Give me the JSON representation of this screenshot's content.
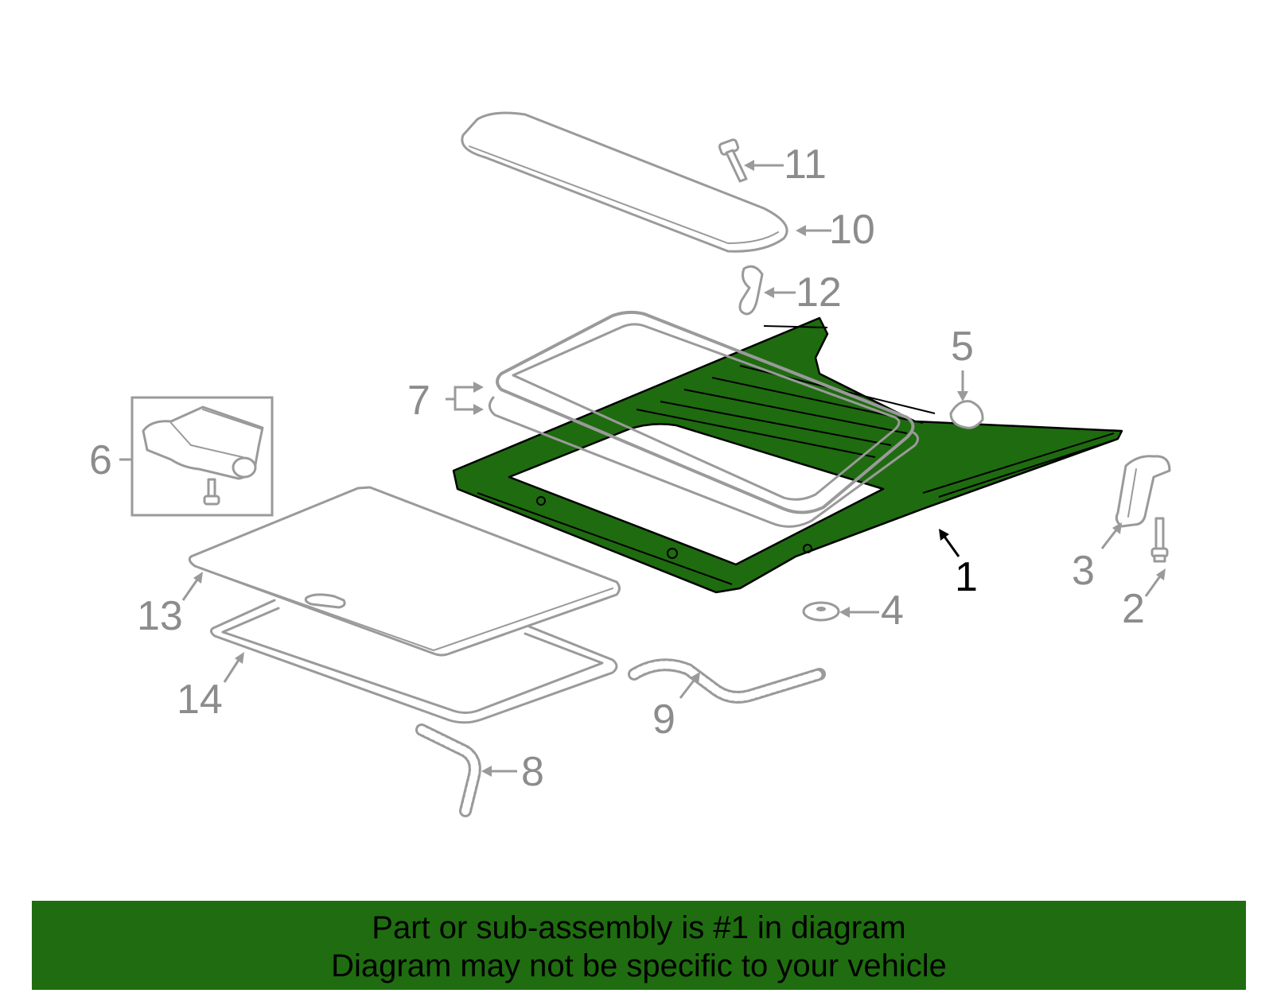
{
  "callouts": {
    "c1": "1",
    "c2": "2",
    "c3": "3",
    "c4": "4",
    "c5": "5",
    "c6": "6",
    "c7": "7",
    "c8": "8",
    "c9": "9",
    "c10": "10",
    "c11": "11",
    "c12": "12",
    "c13": "13",
    "c14": "14"
  },
  "banner": {
    "line1": "Part or sub-assembly is #1 in diagram",
    "line2": "Diagram may not be specific to your vehicle"
  },
  "colors": {
    "highlight": "#1f6d10",
    "part_outline": "#9a9a9a",
    "label_gray": "#8c8c8c",
    "label_highlight": "#000000"
  }
}
